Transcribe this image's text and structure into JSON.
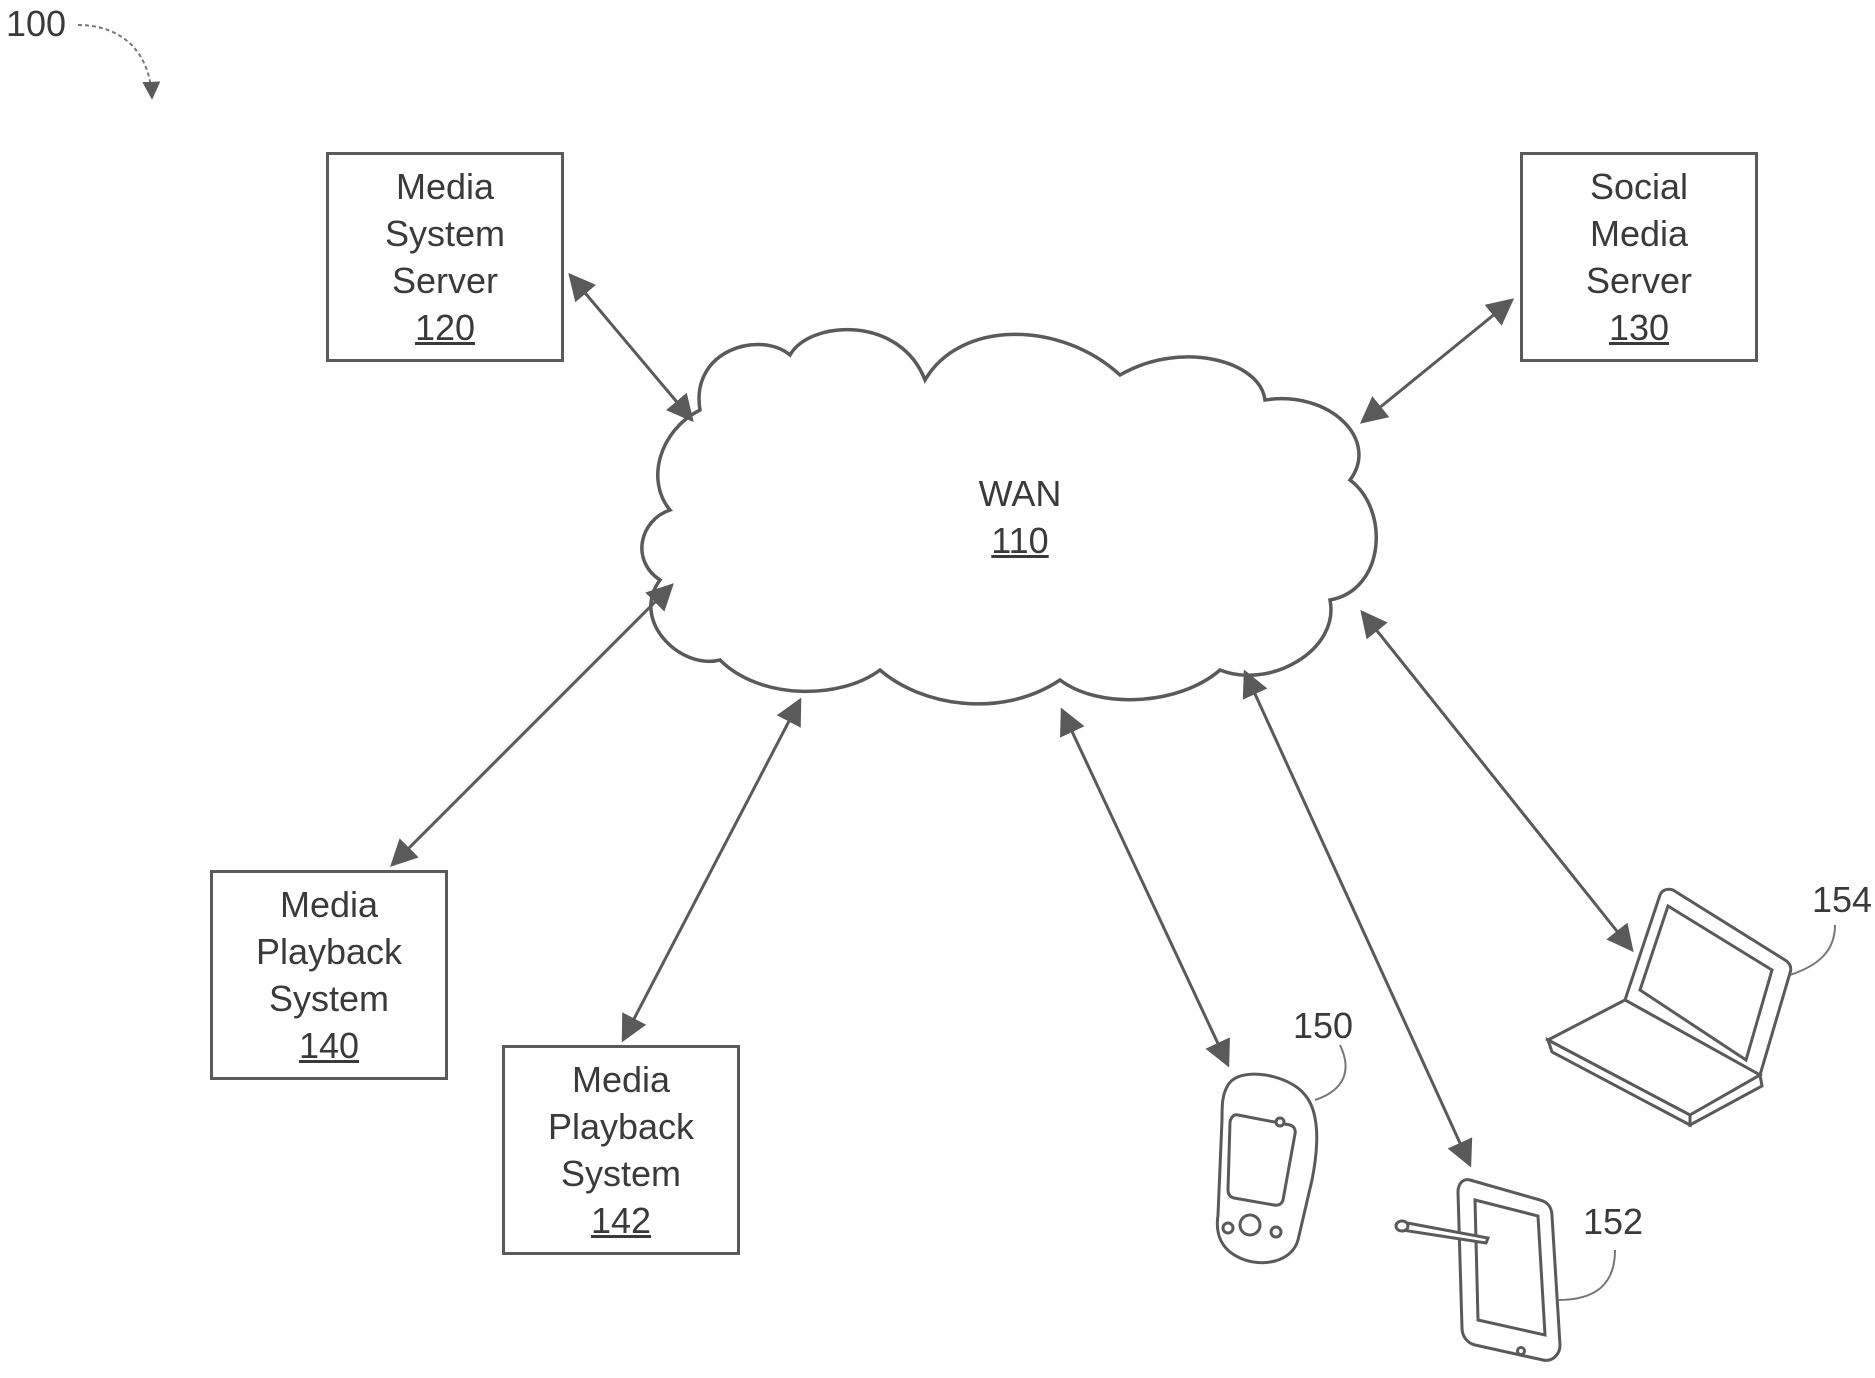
{
  "figure_ref": "100",
  "wan": {
    "name": "WAN",
    "ref": "110"
  },
  "media_system_server": {
    "lines": [
      "Media",
      "System",
      "Server"
    ],
    "ref": "120"
  },
  "social_media_server": {
    "lines": [
      "Social",
      "Media",
      "Server"
    ],
    "ref": "130"
  },
  "media_playback_140": {
    "lines": [
      "Media",
      "Playback",
      "System"
    ],
    "ref": "140"
  },
  "media_playback_142": {
    "lines": [
      "Media",
      "Playback",
      "System"
    ],
    "ref": "142"
  },
  "devices": {
    "phone_ref": "150",
    "tablet_ref": "152",
    "laptop_ref": "154"
  },
  "colors": {
    "stroke": "#5a5a5a",
    "text": "#3a3a3a",
    "background": "#ffffff"
  }
}
